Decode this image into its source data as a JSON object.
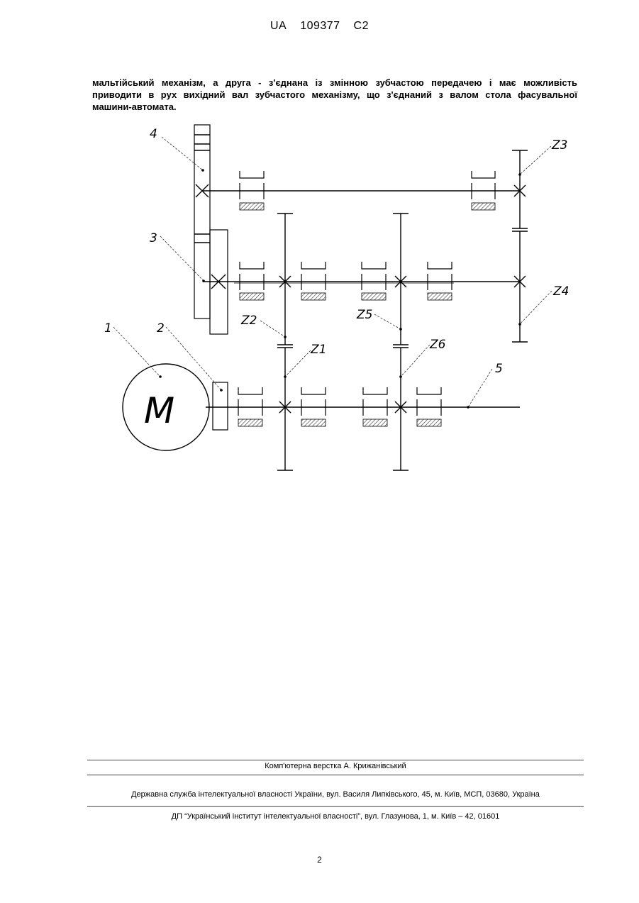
{
  "header": {
    "country": "UA",
    "number": "109377",
    "kind": "C2"
  },
  "paragraph_lines": [
    "мальтійський механізм, а друга - з'єднана із змінною зубчастою передачею і має можливість",
    "приводити в рух вихідний вал зубчастого механізму, що з'єднаний з валом стола фасувальної",
    "машини-автомата."
  ],
  "drawing": {
    "motor_symbol": "M",
    "labels": [
      "1",
      "2",
      "3",
      "4",
      "5",
      "Z1",
      "Z2",
      "Z3",
      "Z4",
      "Z5",
      "Z6"
    ]
  },
  "footer": {
    "layout_credit": "Комп'ютерна верстка А. Крижанівський",
    "office": "Державна служба інтелектуальної власності України, вул. Василя Липківського, 45, м. Київ, МСП, 03680, Україна",
    "institute": "ДП “Український інститут інтелектуальної власності”, вул. Глазунова, 1, м. Київ – 42, 01601"
  },
  "page_number": "2"
}
